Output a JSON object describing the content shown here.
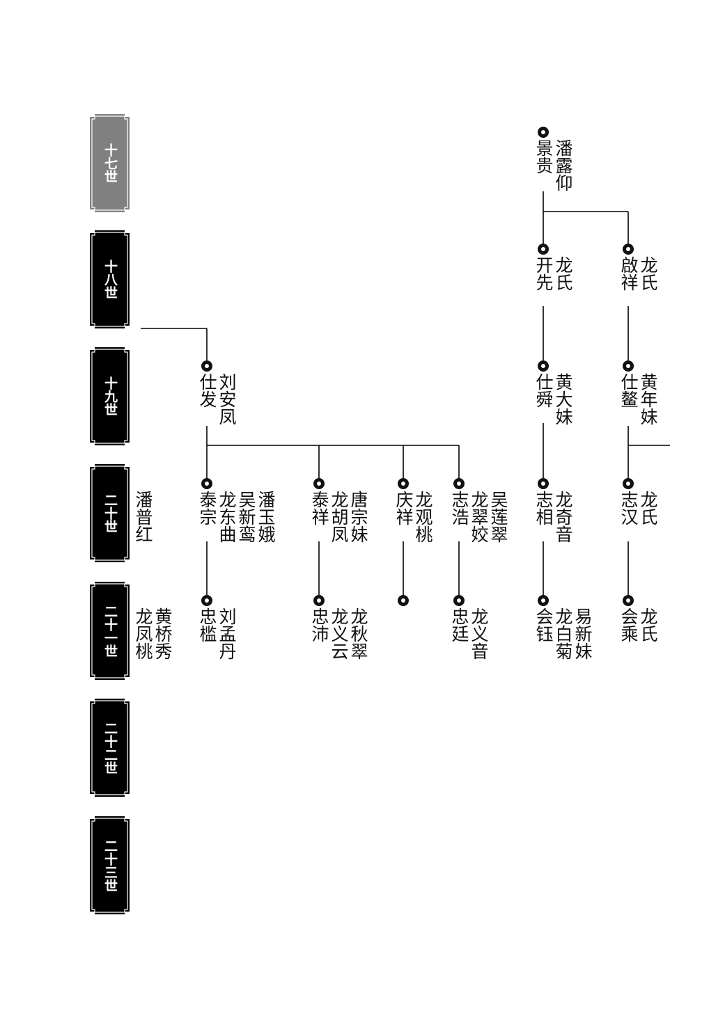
{
  "generations": [
    {
      "label": "十七世",
      "highlight": true
    },
    {
      "label": "十八世",
      "highlight": false
    },
    {
      "label": "十九世",
      "highlight": false
    },
    {
      "label": "二十世",
      "highlight": false
    },
    {
      "label": "二十一世",
      "highlight": false
    },
    {
      "label": "二十二世",
      "highlight": false
    },
    {
      "label": "二十三世",
      "highlight": false
    }
  ],
  "people": {
    "jinggui": {
      "name": "景贵",
      "spouses": [
        "潘露仰"
      ]
    },
    "kaixian": {
      "name": "开先",
      "spouses": [
        "龙氏"
      ]
    },
    "qixiang": {
      "name": "啟祥",
      "spouses": [
        "龙氏"
      ]
    },
    "shifa": {
      "name": "仕发",
      "spouses": [
        "刘安凤"
      ]
    },
    "shishun": {
      "name": "仕舜",
      "spouses": [
        "黄大妹"
      ]
    },
    "shiao": {
      "name": "仕鳌",
      "spouses": [
        "黄年妹"
      ]
    },
    "gen20_left": {
      "spouses": [
        "潘普红"
      ]
    },
    "taizong": {
      "name": "泰宗",
      "spouses": [
        "龙东曲",
        "吴新鸾",
        "潘玉娥"
      ]
    },
    "taixiang": {
      "name": "泰祥",
      "spouses": [
        "龙胡凤",
        "唐宗妹"
      ]
    },
    "qingxiang": {
      "name": "庆祥",
      "spouses": [
        "龙观桃"
      ]
    },
    "zhihao": {
      "name": "志浩",
      "spouses": [
        "龙翠姣",
        "吴莲翠"
      ]
    },
    "zhixiang": {
      "name": "志相",
      "spouses": [
        "龙奇音"
      ]
    },
    "zhihan": {
      "name": "志汉",
      "spouses": [
        "龙氏"
      ]
    },
    "gen21_left": {
      "spouses": [
        "龙凤桃",
        "黄桥秀"
      ]
    },
    "zhongjian": {
      "name": "忠槛",
      "spouses": [
        "刘孟丹"
      ]
    },
    "zhongpei": {
      "name": "忠沛",
      "spouses": [
        "龙义云",
        "龙秋翠"
      ]
    },
    "unnamed": {
      "name": ""
    },
    "zhongting": {
      "name": "忠廷",
      "spouses": [
        "龙义音"
      ]
    },
    "huiyu": {
      "name": "会钰",
      "spouses": [
        "龙白菊",
        "易新妹"
      ]
    },
    "huicheng": {
      "name": "会乘",
      "spouses": [
        "龙氏"
      ]
    }
  },
  "colors": {
    "badge_highlight": "#808080",
    "badge_default": "#000000",
    "line": "#000000"
  }
}
